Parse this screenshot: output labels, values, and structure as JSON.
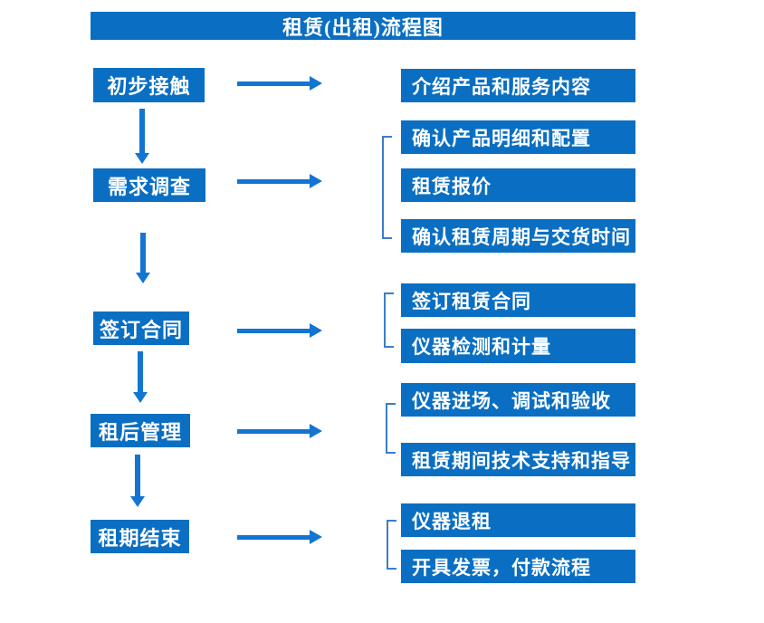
{
  "title": "租赁(出租)流程图",
  "colors": {
    "box_fill": "#0a6fc2",
    "box_text": "#ffffff",
    "arrow": "#1375d2",
    "bracket": "#3a7ec7",
    "background": "#ffffff"
  },
  "steps": [
    {
      "label": "初步接触",
      "details": [
        "介绍产品和服务内容"
      ]
    },
    {
      "label": "需求调查",
      "details": [
        "确认产品明细和配置",
        "租赁报价",
        "确认租赁周期与交货时间"
      ]
    },
    {
      "label": "签订合同",
      "details": [
        "签订租赁合同",
        "仪器检测和计量"
      ]
    },
    {
      "label": "租后管理",
      "details": [
        "仪器进场、调试和验收",
        "租赁期间技术支持和指导"
      ]
    },
    {
      "label": "租期结束",
      "details": [
        "仪器退租",
        "开具发票，付款流程"
      ]
    }
  ]
}
